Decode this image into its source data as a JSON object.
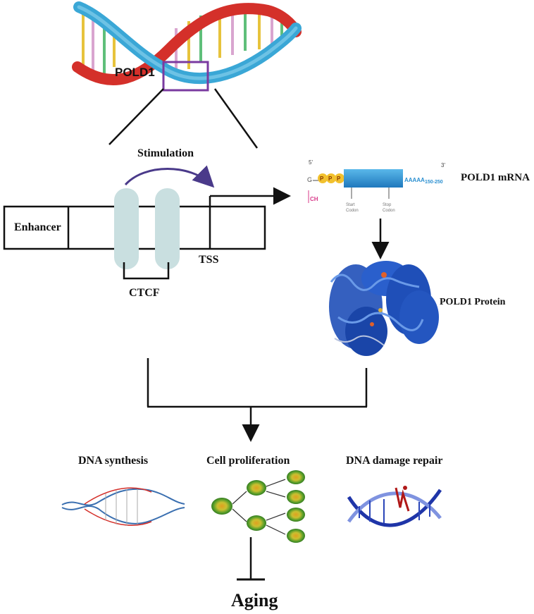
{
  "gene_label": "POLD1",
  "stimulation_label": "Stimulation",
  "enhancer_label": "Enhancer",
  "tss_label": "TSS",
  "ctcf_label": "CTCF",
  "mrna": {
    "title": "POLD1 mRNA",
    "five_prime": "5'",
    "three_prime": "3'",
    "g": "G",
    "ch3": "CH",
    "cap_p": "P",
    "poly_a": "AAAAA",
    "tail_len": "150-250",
    "start_codon": "Start Codon",
    "stop_codon": "Stop Codon"
  },
  "protein_label": "POLD1 Protein",
  "outcomes": {
    "dna_synthesis": "DNA synthesis",
    "cell_proliferation": "Cell proliferation",
    "dna_damage_repair": "DNA damage repair"
  },
  "aging_label": "Aging",
  "colors": {
    "helix_red": "#d4302a",
    "helix_blue": "#3aa7d6",
    "highlight_box": "#7a3aa0",
    "ctcf": "#c9dfe0",
    "mrna_body": "#2a8fd0",
    "cap": "#f2c12e",
    "protein": "#1f4fb8",
    "cell_green": "#4f9a2a"
  }
}
